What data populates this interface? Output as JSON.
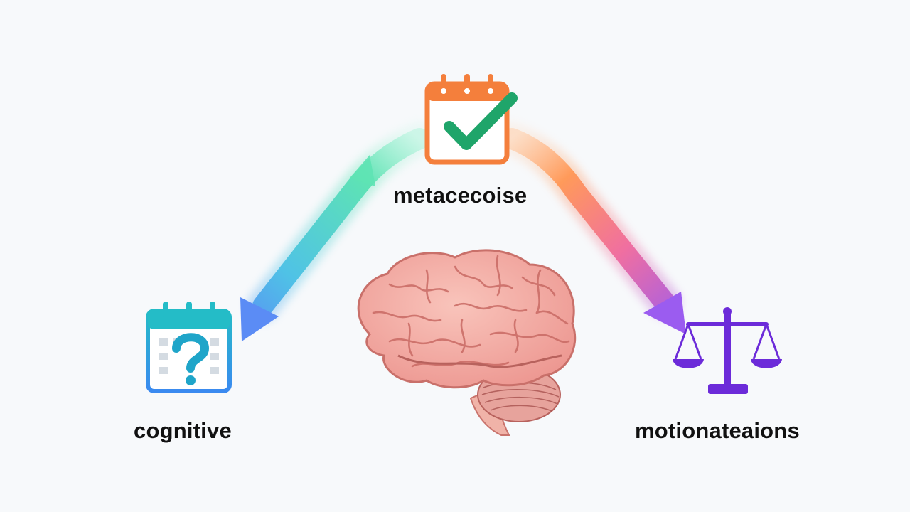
{
  "nodes": {
    "top": {
      "label": "metacecoise",
      "icon": "calendar-check-icon"
    },
    "left": {
      "label": "cognitive",
      "icon": "calendar-question-icon"
    },
    "right": {
      "label": "motionateaions",
      "icon": "balance-scale-icon"
    },
    "center": {
      "icon": "brain-icon"
    }
  },
  "colors": {
    "background": "#f7f9fb",
    "arrow_left_start": "#5ee3b4",
    "arrow_left_end": "#5b8cf5",
    "arrow_right_start": "#ff9a5a",
    "arrow_right_end": "#9b5cf0",
    "calendar_top": "#f47f3c",
    "check": "#1fa56a",
    "calendar_left": "#25b9cf",
    "scale": "#6c2bd9",
    "brain": "#f3a9a3"
  }
}
